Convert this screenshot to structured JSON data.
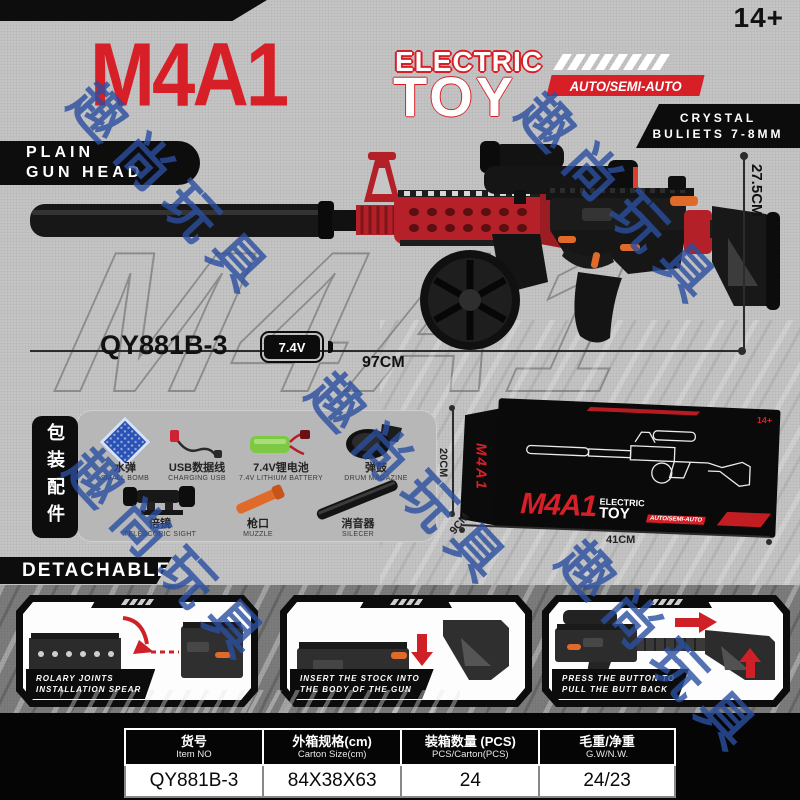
{
  "page": {
    "bg": "#c6c6c6",
    "accent_red": "#d71f27",
    "watermark_color": "#2b4fa0"
  },
  "header": {
    "age_badge": "14+",
    "title": "M4A1",
    "subtitle_line1": "ELECTRIC",
    "subtitle_line2": "TOY",
    "mode_badge": "AUTO/SEMI-AUTO"
  },
  "badges": {
    "plain_line1": "PLAIN",
    "plain_line2": "GUN HEAD",
    "crystal_line1": "CRYSTAL",
    "crystal_line2": "BULIETS 7-8MM"
  },
  "product": {
    "model": "QY881B-3",
    "voltage": "7.4V",
    "length": "97CM",
    "height": "27.5CM",
    "bg_text": "M4A1"
  },
  "watermark": {
    "text": "趣尚玩具"
  },
  "package": {
    "side_label": "包装配件",
    "items": [
      {
        "cn": "水弹",
        "en": "SMALL BOMB"
      },
      {
        "cn": "USB数据线",
        "en": "CHARGING USB"
      },
      {
        "cn": "7.4V锂电池",
        "en": "7.4V LITHIUM BATTERY"
      },
      {
        "cn": "弹鼓",
        "en": "DRUM MAGAZINE"
      },
      {
        "cn": "倍镜",
        "en": "TELESCOPIC SIGHT"
      },
      {
        "cn": "枪口",
        "en": "MUZZLE"
      },
      {
        "cn": "消音器",
        "en": "SILECER"
      }
    ]
  },
  "box": {
    "side_text": "M4A1",
    "age": "14+",
    "logo_title": "M4A1",
    "logo_sub1": "ELECTRIC",
    "logo_sub2": "TOY",
    "logo_mode": "AUTO/SEMI-AUTO",
    "dim_height": "20CM",
    "dim_depth": "9CM",
    "dim_width": "41CM"
  },
  "detachable": {
    "heading": "DETACHABLE",
    "steps": [
      {
        "line1": "ROLARY JOINTS",
        "line2": "INSTALLATION SPEAR"
      },
      {
        "line1": "INSERT THE STOCK INTO",
        "line2": "THE BODY OF THE GUN"
      },
      {
        "line1": "PRESS THE BUTTON TO",
        "line2": "PULL THE BUTT BACK"
      }
    ]
  },
  "spec_table": {
    "columns": [
      {
        "cn": "货号",
        "en": "Item NO"
      },
      {
        "cn": "外箱规格(cm)",
        "en": "Carton Size(cm)"
      },
      {
        "cn": "装箱数量 (PCS)",
        "en": "PCS/Carton(PCS)"
      },
      {
        "cn": "毛重/净重",
        "en": "G.W/N.W."
      }
    ],
    "values": [
      "QY881B-3",
      "84X38X63",
      "24",
      "24/23"
    ]
  }
}
